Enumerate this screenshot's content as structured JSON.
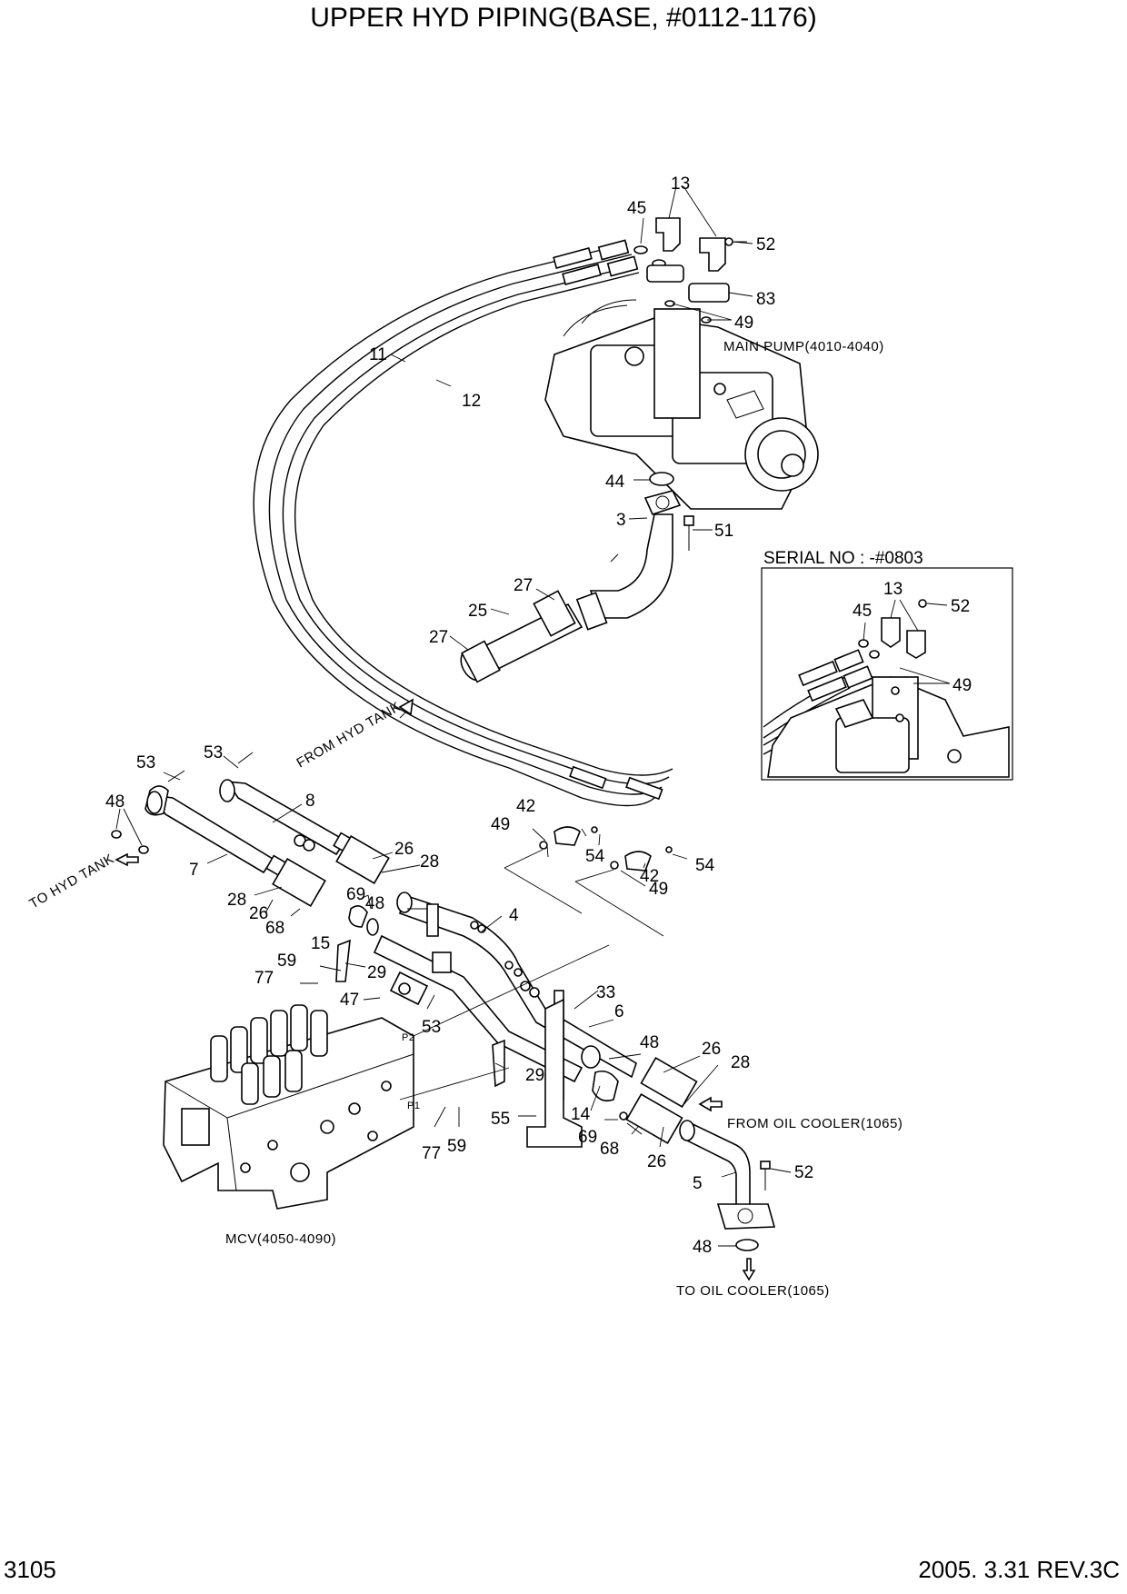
{
  "title": "UPPER HYD PIPING(BASE, #0112-1176)",
  "footer": {
    "page": "3105",
    "revision": "2005. 3.31  REV.3C"
  },
  "labels": {
    "main_pump": "MAIN PUMP(4010-4040)",
    "from_hyd_tank": "FROM HYD TANK",
    "to_hyd_tank": "TO HYD TANK",
    "from_oil_cooler": "FROM OIL COOLER(1065)",
    "to_oil_cooler": "TO OIL COOLER(1065)",
    "mcv": "MCV(4050-4090)",
    "serial_no": "SERIAL NO : -#0803",
    "port_p1": "P1",
    "port_p2": "P2"
  },
  "callouts": {
    "c13a": "13",
    "c45a": "45",
    "c52a": "52",
    "c83": "83",
    "c49a": "49",
    "c11": "11",
    "c12": "12",
    "c44": "44",
    "c3": "3",
    "c51": "51",
    "c27a": "27",
    "c25": "25",
    "c27b": "27",
    "c53a": "53",
    "c53b": "53",
    "c48a": "48",
    "c8": "8",
    "c7": "7",
    "c26a": "26",
    "c28a": "28",
    "c28b": "28",
    "c26b": "26",
    "c68a": "68",
    "c69a": "69",
    "c48b": "48",
    "c15": "15",
    "c4": "4",
    "c42a": "42",
    "c49b": "49",
    "c54a": "54",
    "c54b": "54",
    "c42b": "42",
    "c49c": "49",
    "c59a": "59",
    "c29a": "29",
    "c77a": "77",
    "c47": "47",
    "c53c": "53",
    "c33": "33",
    "c6": "6",
    "c48c": "48",
    "c26c": "26",
    "c28c": "28",
    "c29b": "29",
    "c55": "55",
    "c14": "14",
    "c69b": "69",
    "c68b": "68",
    "c26d": "26",
    "c77b": "77",
    "c59b": "59",
    "c52b": "52",
    "c5": "5",
    "c48d": "48",
    "c13b": "13",
    "c45b": "45",
    "c52c": "52",
    "c49d": "49"
  }
}
